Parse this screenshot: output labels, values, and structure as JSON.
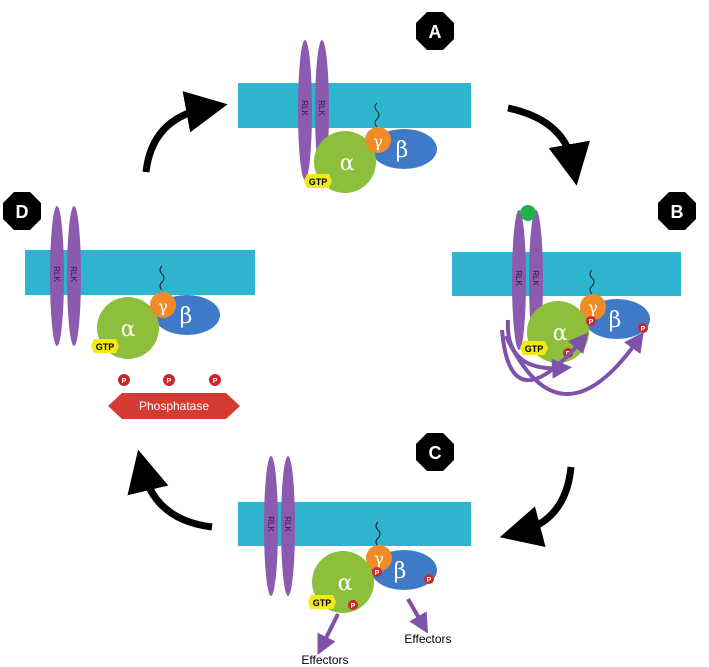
{
  "panels": {
    "a": {
      "label": "A"
    },
    "b": {
      "label": "B"
    },
    "c": {
      "label": "C"
    },
    "d": {
      "label": "D"
    }
  },
  "receptor_label": "RLK",
  "subunits": {
    "alpha": "α",
    "beta": "β",
    "gamma": "γ"
  },
  "gtp_label": "GTP",
  "phospho_label": "P",
  "phosphatase_label": "Phosphatase",
  "effectors_label": "Effectors",
  "colors": {
    "membrane": "#2fb4cf",
    "receptor": "#8c5bb0",
    "alpha": "#8dbf3c",
    "beta": "#3f7ac9",
    "gamma": "#f08c28",
    "gtp": "#f3e81a",
    "phospho": "#c8282a",
    "phosphatase": "#d63b33",
    "ligand": "#1fb24a",
    "arrow": "#000000",
    "purple_arrow": "#7e52a8"
  }
}
